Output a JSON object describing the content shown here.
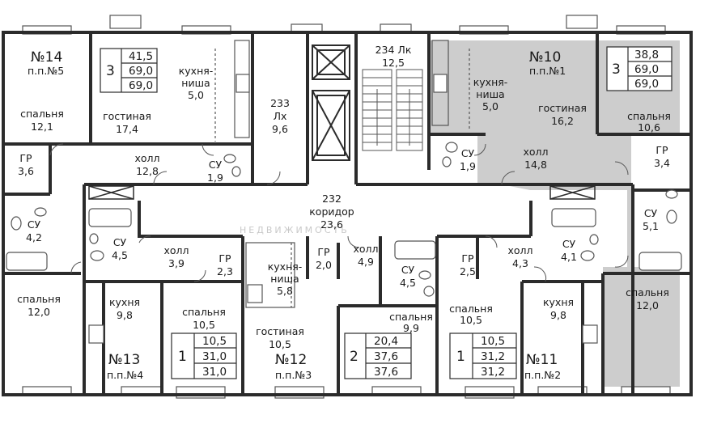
{
  "colors": {
    "wall": "#2b2b2b",
    "highlight": "#cdcdcd",
    "line": "#555555"
  },
  "apartments": [
    {
      "id": "a14",
      "number": "№14",
      "pp": "п.п.№5"
    },
    {
      "id": "a10",
      "number": "№10",
      "pp": "п.п.№1"
    },
    {
      "id": "a13",
      "number": "№13",
      "pp": "п.п.№4"
    },
    {
      "id": "a12",
      "number": "№12",
      "pp": "п.п.№3"
    },
    {
      "id": "a11",
      "number": "№11",
      "pp": "п.п.№2"
    }
  ],
  "info_boxes": [
    {
      "id": "box-a14",
      "rooms": "3",
      "v1": "41,5",
      "v2": "69,0",
      "v3": "69,0"
    },
    {
      "id": "box-a10",
      "rooms": "3",
      "v1": "38,8",
      "v2": "69,0",
      "v3": "69,0"
    },
    {
      "id": "box-a13",
      "rooms": "1",
      "v1": "10,5",
      "v2": "31,0",
      "v3": "31,0"
    },
    {
      "id": "box-a12",
      "rooms": "2",
      "v1": "20,4",
      "v2": "37,6",
      "v3": "37,6"
    },
    {
      "id": "box-a11",
      "rooms": "1",
      "v1": "10,5",
      "v2": "31,2",
      "v3": "31,2"
    }
  ],
  "rooms": [
    {
      "name": "спальня",
      "area": "12,1"
    },
    {
      "name": "гостиная",
      "area": "17,4"
    },
    {
      "name": "кухня-",
      "name2": "ниша",
      "area": "5,0"
    },
    {
      "name": "ГР",
      "area": "3,6"
    },
    {
      "name": "холл",
      "area": "12,8"
    },
    {
      "name": "СУ",
      "area": "1,9"
    },
    {
      "name": "СУ",
      "area": "4,2"
    },
    {
      "name": "спальня",
      "area": "12,0"
    },
    {
      "name": "233",
      "name2": "Лх",
      "area": "9,6"
    },
    {
      "name": "234 Лк",
      "area": "12,5"
    },
    {
      "name": "232",
      "name2": "коридор",
      "area": "23,6"
    },
    {
      "name": "кухня-",
      "name2": "ниша",
      "area": "5,0"
    },
    {
      "name": "гостиная",
      "area": "16,2"
    },
    {
      "name": "спальня",
      "area": "10,6"
    },
    {
      "name": "СУ",
      "area": "1,9"
    },
    {
      "name": "холл",
      "area": "14,8"
    },
    {
      "name": "ГР",
      "area": "3,4"
    },
    {
      "name": "СУ",
      "area": "5,1"
    },
    {
      "name": "спальня",
      "area": "12,0"
    },
    {
      "name": "СУ",
      "area": "4,5"
    },
    {
      "name": "холл",
      "area": "3,9"
    },
    {
      "name": "ГР",
      "area": "2,3"
    },
    {
      "name": "кухня",
      "area": "9,8"
    },
    {
      "name": "спальня",
      "area": "10,5"
    },
    {
      "name": "кухня-",
      "name2": "ниша",
      "area": "5,8"
    },
    {
      "name": "ГР",
      "area": "2,0"
    },
    {
      "name": "холл",
      "area": "4,9"
    },
    {
      "name": "СУ",
      "area": "4,5"
    },
    {
      "name": "спальня",
      "area": "9,9"
    },
    {
      "name": "гостиная",
      "area": "10,5"
    },
    {
      "name": "ГР",
      "area": "2,5"
    },
    {
      "name": "холл",
      "area": "4,3"
    },
    {
      "name": "СУ",
      "area": "4,1"
    },
    {
      "name": "спальня",
      "area": "10,5"
    },
    {
      "name": "кухня",
      "area": "9,8"
    }
  ]
}
